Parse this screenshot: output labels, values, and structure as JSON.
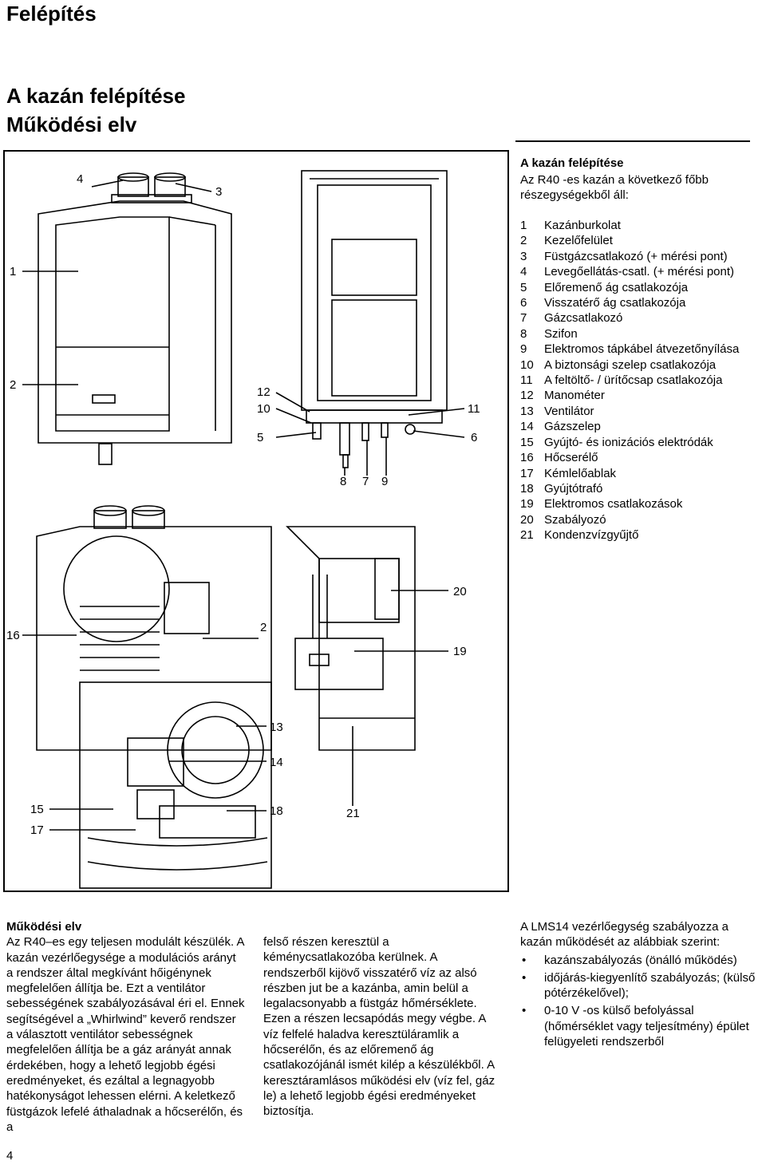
{
  "header": {
    "section_title": "Felépítés"
  },
  "page_heading": {
    "line1": "A kazán felépítése",
    "line2": "Működési elv"
  },
  "figure": {
    "top_callouts": [
      "4",
      "3",
      "1",
      "2",
      "12",
      "10",
      "5",
      "11",
      "6",
      "8",
      "7",
      "9"
    ],
    "bottom_callouts": [
      "20",
      "16",
      "2",
      "19",
      "13",
      "14",
      "15",
      "17",
      "18",
      "21"
    ]
  },
  "right_panel": {
    "title": "A kazán felépítése",
    "intro": "Az R40 -es kazán a következő főbb részegységekből áll:",
    "parts": [
      {
        "num": "1",
        "label": "Kazánburkolat"
      },
      {
        "num": "2",
        "label": "Kezelőfelület"
      },
      {
        "num": "3",
        "label": "Füstgázcsatlakozó (+ mérési pont)"
      },
      {
        "num": "4",
        "label": "Levegőellátás-csatl. (+ mérési pont)"
      },
      {
        "num": "5",
        "label": "Előremenő ág csatlakozója"
      },
      {
        "num": "6",
        "label": "Visszatérő ág csatlakozója"
      },
      {
        "num": "7",
        "label": "Gázcsatlakozó"
      },
      {
        "num": "8",
        "label": "Szifon"
      },
      {
        "num": "9",
        "label": "Elektromos tápkábel átvezetőnyílása"
      },
      {
        "num": "10",
        "label": "A biztonsági szelep csatlakozója"
      },
      {
        "num": "11",
        "label": "A feltöltő- / ürítőcsap csatlakozója"
      },
      {
        "num": "12",
        "label": "Manométer"
      },
      {
        "num": "13",
        "label": "Ventilátor"
      },
      {
        "num": "14",
        "label": "Gázszelep"
      },
      {
        "num": "15",
        "label": "Gyújtó- és ionizációs elektródák"
      },
      {
        "num": "16",
        "label": "Hőcserélő"
      },
      {
        "num": "17",
        "label": "Kémlelőablak"
      },
      {
        "num": "18",
        "label": "Gyújtótrafó"
      },
      {
        "num": "19",
        "label": "Elektromos csatlakozások"
      },
      {
        "num": "20",
        "label": "Szabályozó"
      },
      {
        "num": "21",
        "label": "Kondenzvízgyűjtő"
      }
    ]
  },
  "operation": {
    "title": "Működési elv",
    "col1": "Az R40–es egy teljesen modulált készülék. A kazán vezérlőegysége a modulációs arányt a rendszer által megkívánt hőigénynek megfelelően állítja be. Ezt a ventilátor sebességének szabályozásával éri el. Ennek segítségével a „Whirlwind” keverő rendszer a választott ventilátor sebességnek megfelelően állítja be a gáz arányát annak érdekében, hogy a lehető legjobb égési eredményeket, és ezáltal a legnagyobb hatékonyságot lehessen elérni. A keletkező füstgázok lefelé áthaladnak a hőcserélőn, és a",
    "col2": "felső részen keresztül a kéménycsatlakozóba kerülnek. A rendszerből kijövő visszatérő víz az alsó részben jut be a kazánba, amin belül a legalacsonyabb a füstgáz hőmérséklete. Ezen a részen lecsapódás megy végbe. A víz felfelé haladva keresztüláramlik a hőcserélőn, és az előremenő ág csatlakozójánál ismét kilép a készülékből. A keresztáramlásos működési elv (víz fel, gáz le) a lehető legjobb égési eredményeket biztosítja.",
    "col3_intro": "A LMS14 vezérlőegység szabályozza a kazán működését az alábbiak szerint:",
    "bullet_symbol": "•",
    "bullets": [
      "kazánszabályozás (önálló működés)",
      "időjárás-kiegyenlítő szabályozás; (külső pótérzékelővel);",
      "0-10 V -os külső befolyással (hőmérséklet vagy teljesítmény) épület felügyeleti rendszerből"
    ]
  },
  "page_number": "4"
}
